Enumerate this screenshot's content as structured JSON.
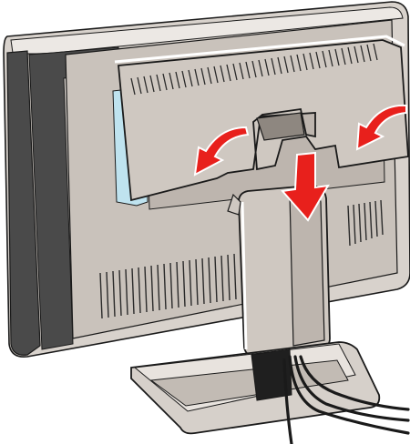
{
  "illustration": {
    "subject": "monitor-rear-with-stand-and-cables",
    "arrow_icons": [
      "arrow-curved-down-left",
      "arrow-curved-down-left",
      "arrow-straight-down"
    ],
    "colors": {
      "background": "#ffffff",
      "monitor_shell": "#d8d2cc",
      "monitor_bezel_dark": "#4a4a4a",
      "monitor_back_panel": "#c9c2bb",
      "cover_panel": "#cfc8c1",
      "vent_lines": "#2a2a2a",
      "inner_blue": "#bfe3ef",
      "stand": "#cfc8c1",
      "stand_base": "#d6d0ca",
      "cable": "#1a1a1a",
      "arrow": "#e8201c",
      "outline": "#1a1a1a"
    }
  }
}
